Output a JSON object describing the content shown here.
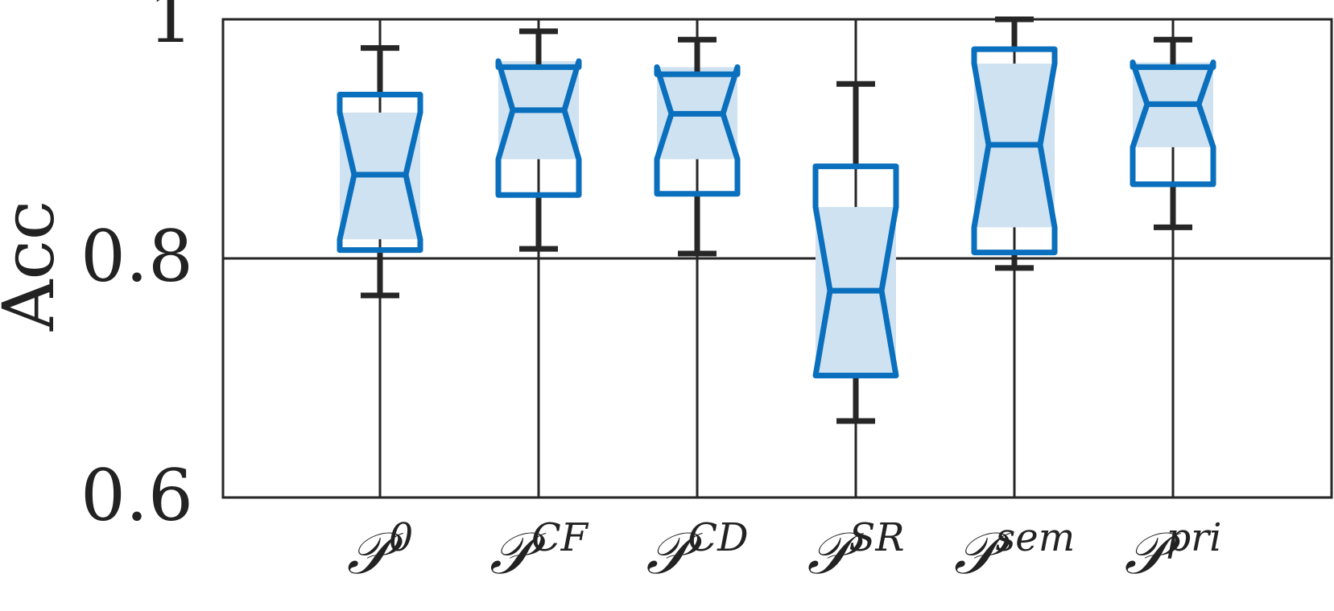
{
  "chart_data": {
    "type": "boxplot",
    "ylabel": "Acc",
    "xlabel": "",
    "title": "",
    "ylim": [
      0.6,
      1.0
    ],
    "yticks": [
      0.6,
      0.8,
      1.0
    ],
    "ytick_labels": [
      "0.6",
      "0.8",
      "1"
    ],
    "grid": true,
    "notched": true,
    "categories": [
      {
        "base": "𝒫",
        "sup": "0"
      },
      {
        "base": "𝒫",
        "sup": "CF"
      },
      {
        "base": "𝒫",
        "sup": "CD"
      },
      {
        "base": "𝒫",
        "sup": "SR"
      },
      {
        "base": "𝒫",
        "sup": "sem"
      },
      {
        "base": "𝒫",
        "sup": "pri"
      }
    ],
    "boxes": [
      {
        "whisker_low": 0.769,
        "q1": 0.807,
        "notch_low": 0.816,
        "median": 0.87,
        "notch_high": 0.922,
        "q3": 0.937,
        "whisker_high": 0.976
      },
      {
        "whisker_low": 0.808,
        "q1": 0.853,
        "notch_low": 0.883,
        "median": 0.924,
        "notch_high": 0.965,
        "q3": 0.96,
        "whisker_high": 0.99
      },
      {
        "whisker_low": 0.804,
        "q1": 0.854,
        "notch_low": 0.883,
        "median": 0.921,
        "notch_high": 0.96,
        "q3": 0.954,
        "whisker_high": 0.983
      },
      {
        "whisker_low": 0.664,
        "q1": 0.702,
        "notch_low": 0.702,
        "median": 0.773,
        "notch_high": 0.843,
        "q3": 0.877,
        "whisker_high": 0.946
      },
      {
        "whisker_low": 0.792,
        "q1": 0.805,
        "notch_low": 0.826,
        "median": 0.895,
        "notch_high": 0.963,
        "q3": 0.975,
        "whisker_high": 1.0
      },
      {
        "whisker_low": 0.826,
        "q1": 0.862,
        "notch_low": 0.893,
        "median": 0.929,
        "notch_high": 0.964,
        "q3": 0.96,
        "whisker_high": 0.983
      }
    ],
    "colors": {
      "box": "#0a6fbd",
      "fill": "#cfe2f1",
      "whisker": "#262626",
      "frame": "#262626"
    }
  }
}
